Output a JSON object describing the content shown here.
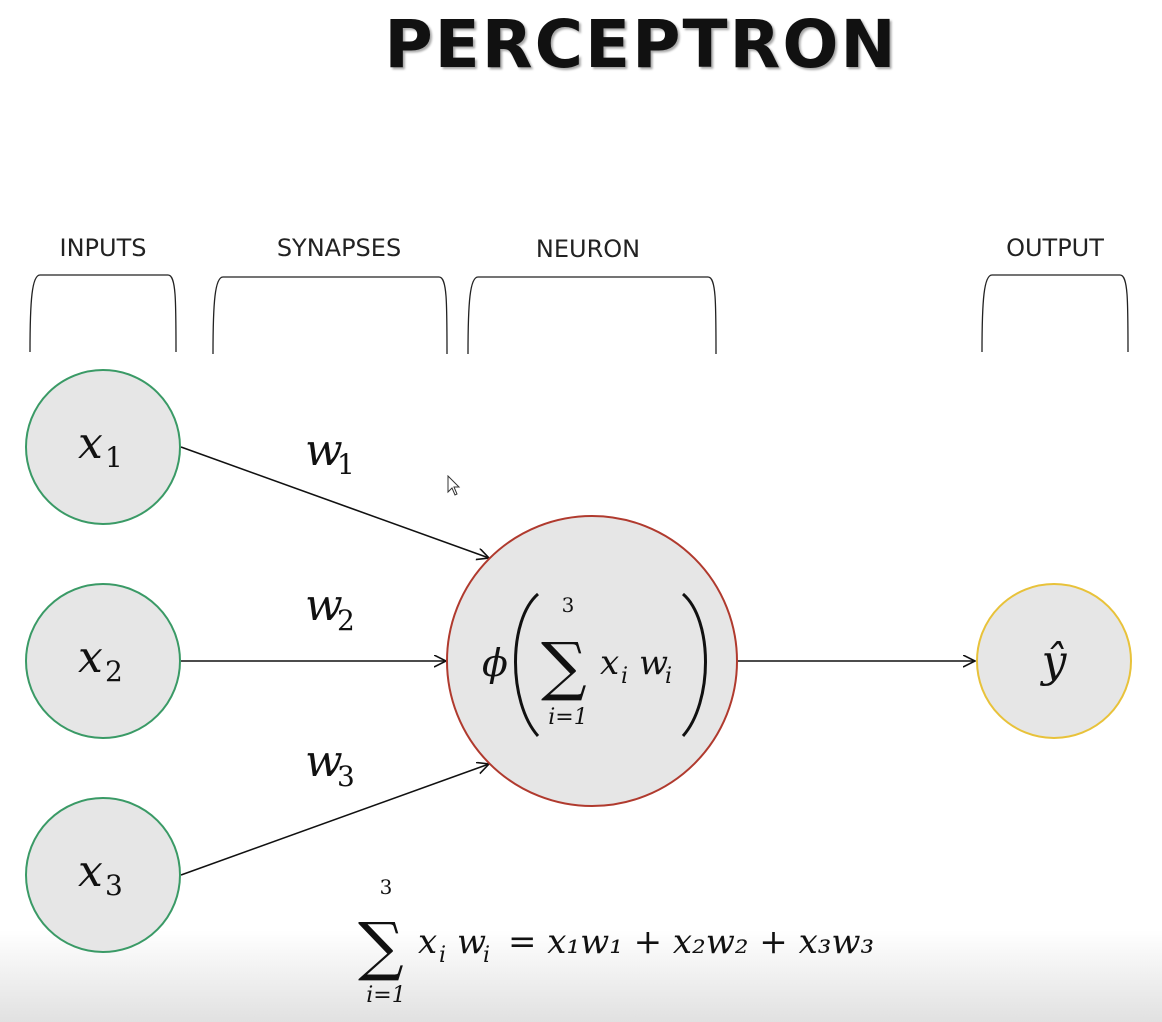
{
  "title": "PERCEPTRON",
  "sections": {
    "inputs": "INPUTS",
    "synapses": "SYNAPSES",
    "neuron": "NEURON",
    "output": "OUTPUT"
  },
  "inputs": [
    {
      "var": "x",
      "sub": "1"
    },
    {
      "var": "x",
      "sub": "2"
    },
    {
      "var": "x",
      "sub": "3"
    }
  ],
  "weights": [
    {
      "var": "w",
      "sub": "1"
    },
    {
      "var": "w",
      "sub": "2"
    },
    {
      "var": "w",
      "sub": "3"
    }
  ],
  "neuron": {
    "phi": "ϕ",
    "sigma": "∑",
    "upper": "3",
    "lower": "i=1",
    "term_x": "x",
    "term_x_sub": "i",
    "term_w": "w",
    "term_w_sub": "i"
  },
  "output": {
    "symbol": "ŷ"
  },
  "formula": {
    "sigma": "∑",
    "upper": "3",
    "lower": "i=1",
    "rhs": "= x₁w₁ + x₂w₂ + x₃w₃"
  },
  "colors": {
    "input_stroke": "#3a9a66",
    "neuron_stroke": "#b03a2e",
    "output_stroke": "#e8c23a",
    "node_fill": "#e6e6e6"
  }
}
